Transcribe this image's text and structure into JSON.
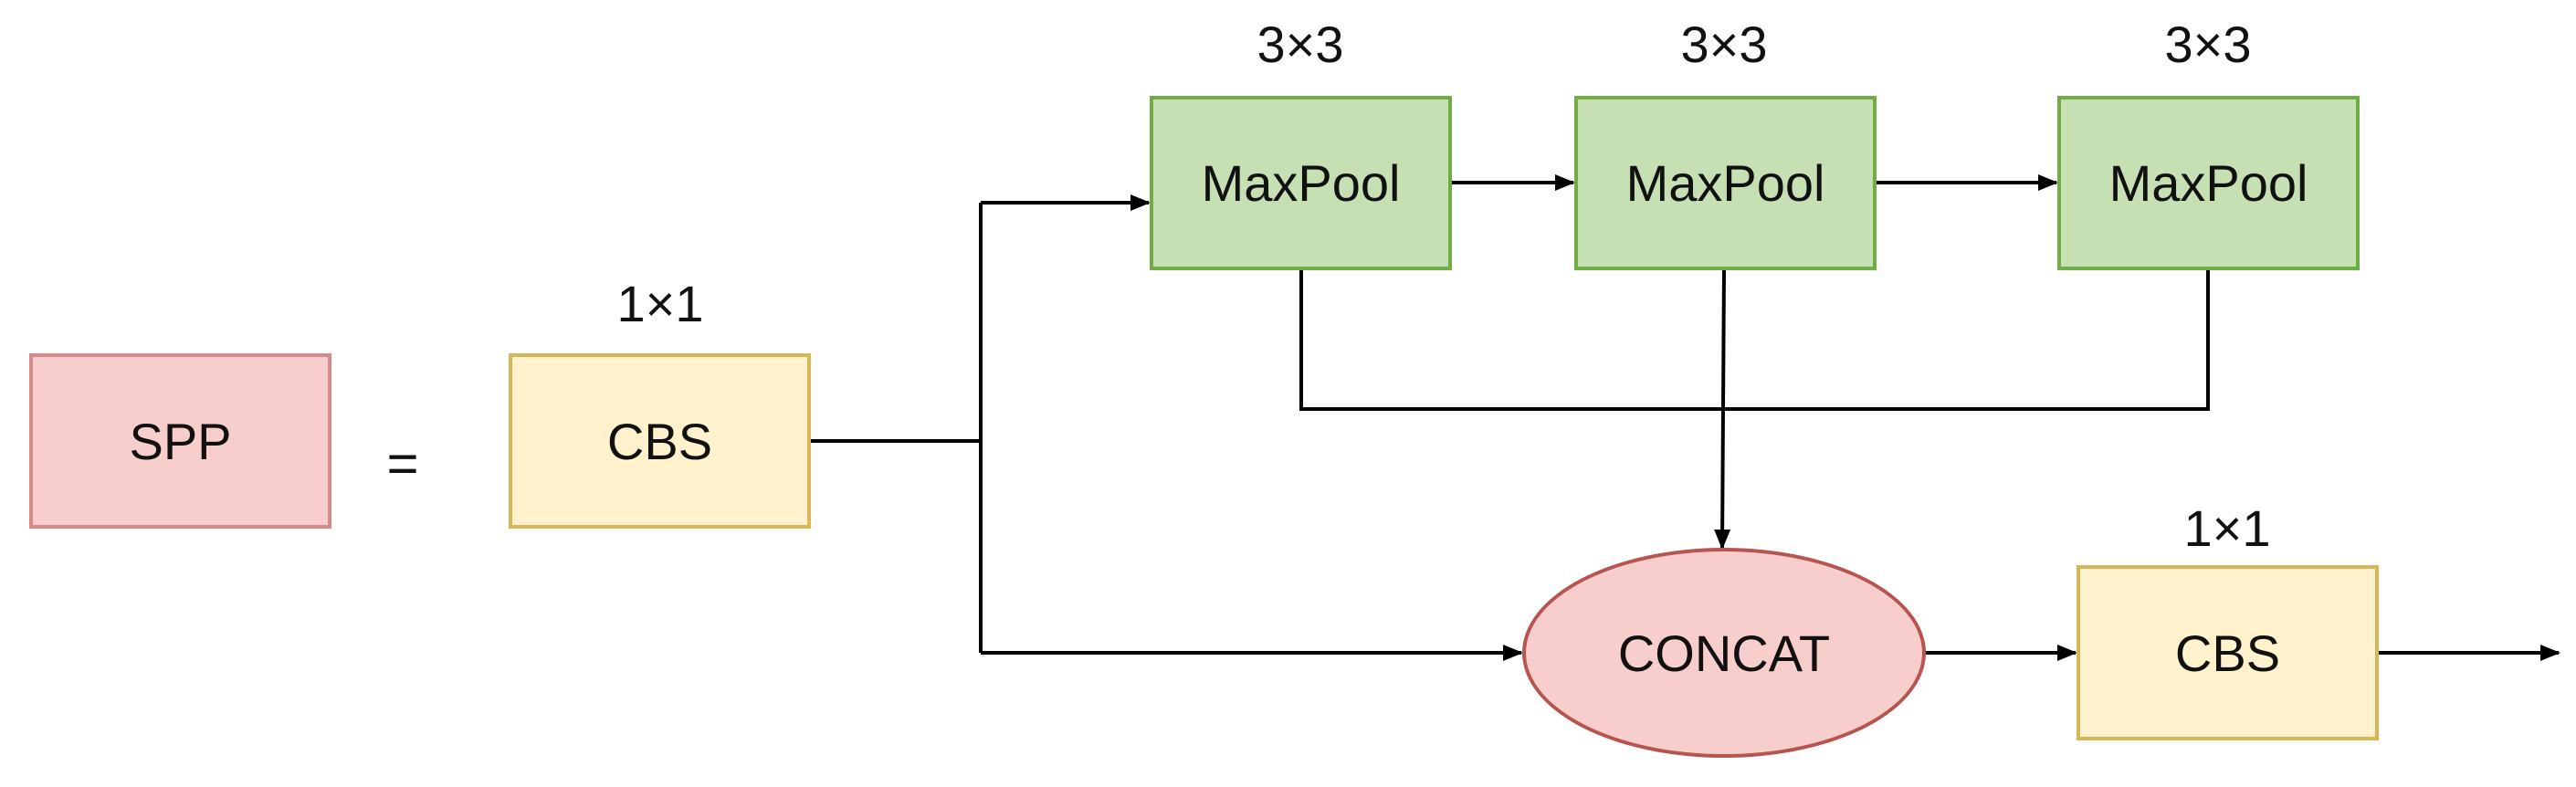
{
  "blocks": {
    "spp": "SPP",
    "equals": "=",
    "cbs_in": "CBS",
    "cbs_in_kernel": "1×1",
    "maxpool_1": "MaxPool",
    "maxpool_1_kernel": "3×3",
    "maxpool_2": "MaxPool",
    "maxpool_2_kernel": "3×3",
    "maxpool_3": "MaxPool",
    "maxpool_3_kernel": "3×3",
    "concat": "CONCAT",
    "cbs_out": "CBS",
    "cbs_out_kernel": "1×1"
  },
  "colors": {
    "cbs_fill": "#fff2cc",
    "cbs_border": "#d6b656",
    "maxpool_fill": "#c6e0b4",
    "maxpool_border": "#70ad47",
    "spp_fill": "#f8cecc",
    "spp_border": "#d58b8b",
    "concat_fill": "#f8cecc",
    "concat_border": "#b85450",
    "line": "#000000"
  }
}
